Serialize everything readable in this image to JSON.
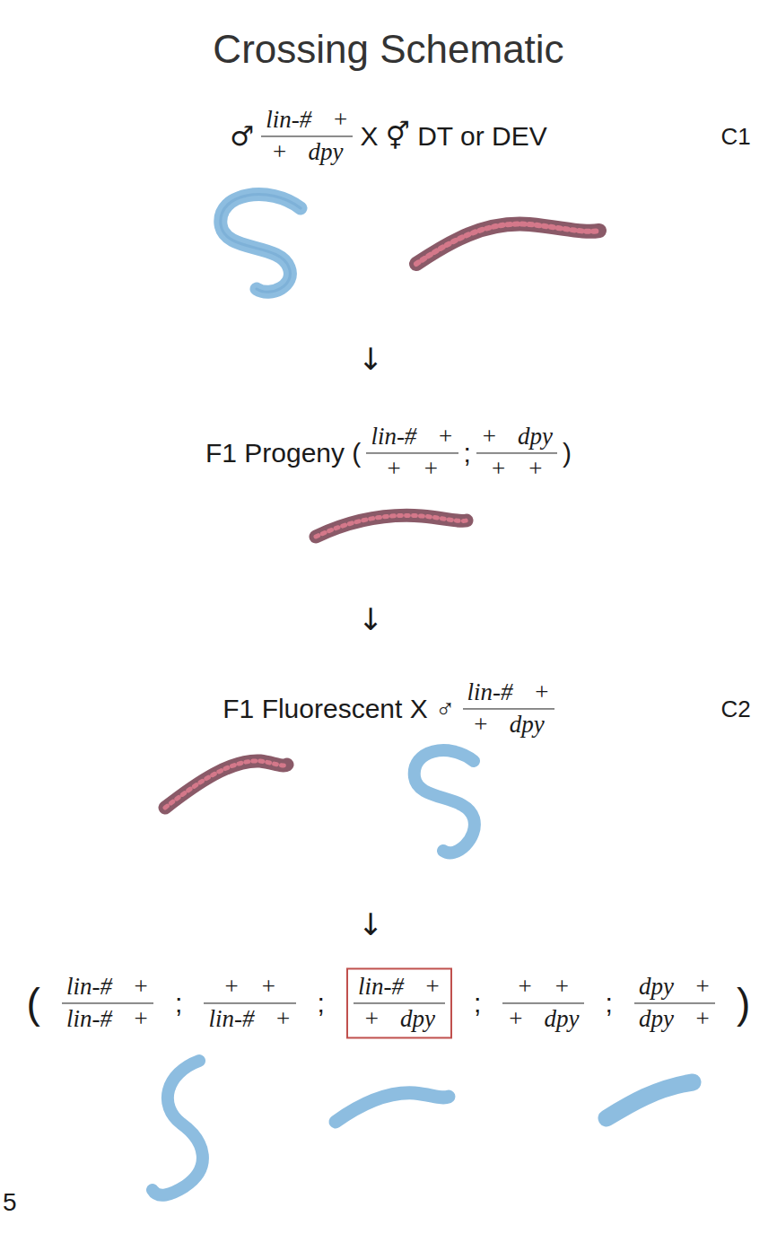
{
  "diagram": {
    "title": "Crossing Schematic",
    "nodes": [
      {
        "text": [
          "lin-# +",
          "+ dpy"
        ]
      }
    ],
    "labels": [
      "♂",
      "lin-# +",
      "+ dpy",
      "X ⚥ DT or DEV",
      "C1",
      "↓",
      "F1 Progeny (",
      "lin-# +",
      "+ +",
      ";",
      "+ dpy",
      "+ +",
      ")",
      "↓",
      "F1 Fluorescent X ♂",
      "lin-# +",
      "+ dpy",
      "C2",
      "↓",
      "(",
      "lin-# +",
      "lin-# +",
      ";",
      "+ +",
      "lin-# +",
      ";",
      ";",
      "+ +",
      "+ dpy",
      ";",
      "dpy +",
      "dpy +",
      ")",
      "5"
    ]
  }
}
